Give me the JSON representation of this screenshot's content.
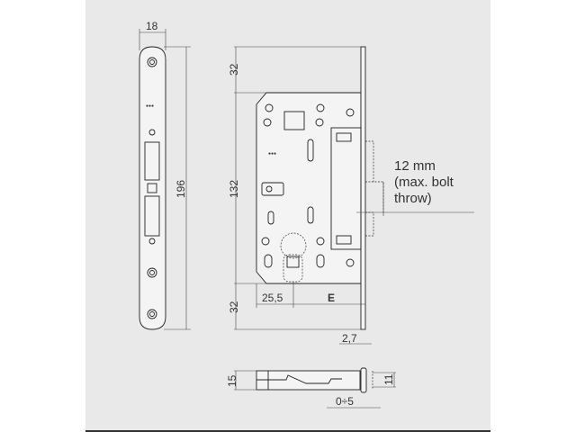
{
  "dimensions": {
    "faceplate_width": "18",
    "faceplate_length": "196",
    "top_offset": "32",
    "body_height": "132",
    "bottom_offset": "32",
    "backset_to_spindle": "25,5",
    "backset": "E",
    "faceplate_thickness": "2,7",
    "bolt_height": "15",
    "bolt_inner": "11",
    "bolt_adjust": "0÷5"
  },
  "annotation": {
    "line1": "12 mm",
    "line2": "(max. bolt",
    "line3": "throw)"
  },
  "colors": {
    "background": "#e9e9e9",
    "line": "#222222"
  }
}
